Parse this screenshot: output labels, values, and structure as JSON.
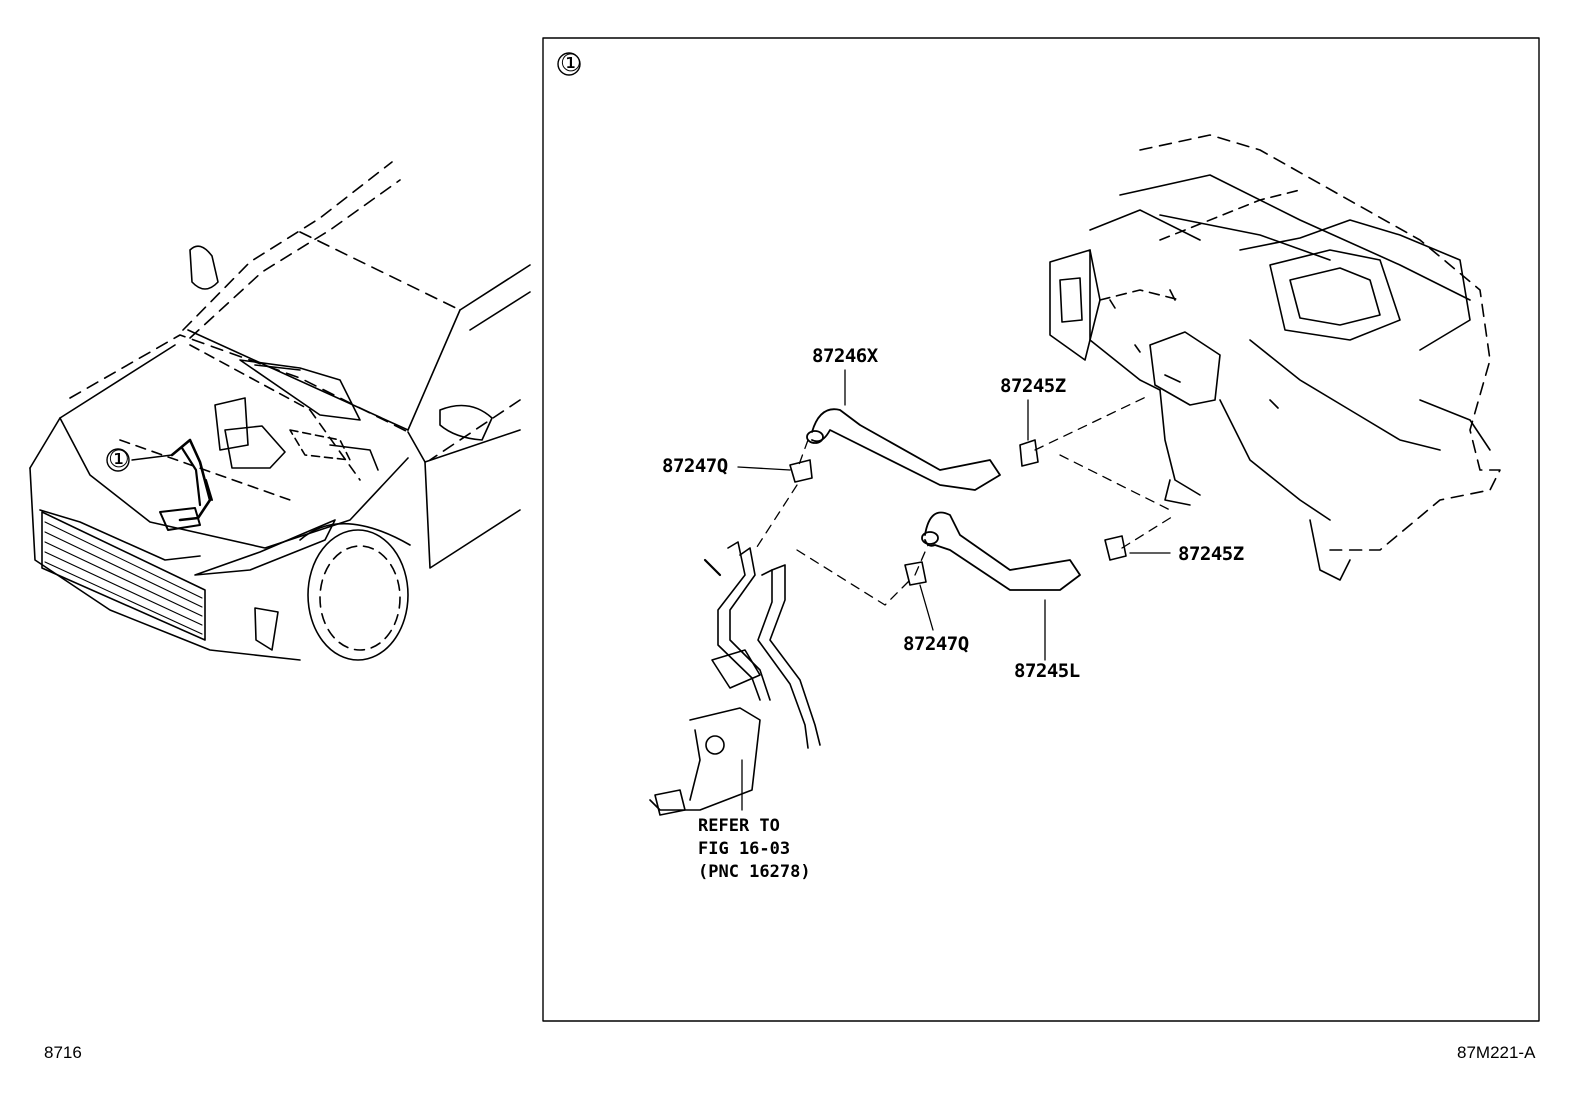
{
  "panel": {
    "ref_marker": "①"
  },
  "overview": {
    "ref_marker": "①"
  },
  "parts": {
    "hose_upper": "87246X",
    "clamp_upper_left": "87247Q",
    "clamp_upper_right": "87245Z",
    "clamp_lower_right": "87245Z",
    "clamp_lower_left": "87247Q",
    "hose_lower": "87245L"
  },
  "refer_note": {
    "line1": "REFER TO",
    "line2": "FIG 16-03",
    "line3": "(PNC 16278)"
  },
  "footer": {
    "left_code": "8716",
    "right_code": "87M221-A"
  }
}
